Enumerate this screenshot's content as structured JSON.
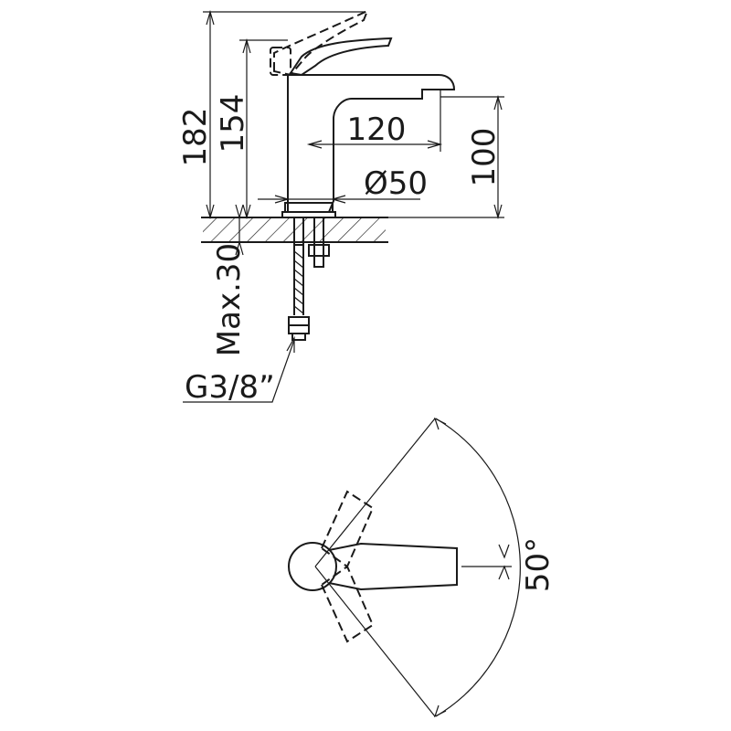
{
  "side_view": {
    "dim_overall_height": "182",
    "dim_body_height": "154",
    "dim_spout_reach": "120",
    "dim_spout_height": "100",
    "dim_base_diameter": "Ø50",
    "dim_max_deck": "Max.30",
    "thread_label": "G3/8”"
  },
  "top_view": {
    "rotation_angle": "50°"
  }
}
